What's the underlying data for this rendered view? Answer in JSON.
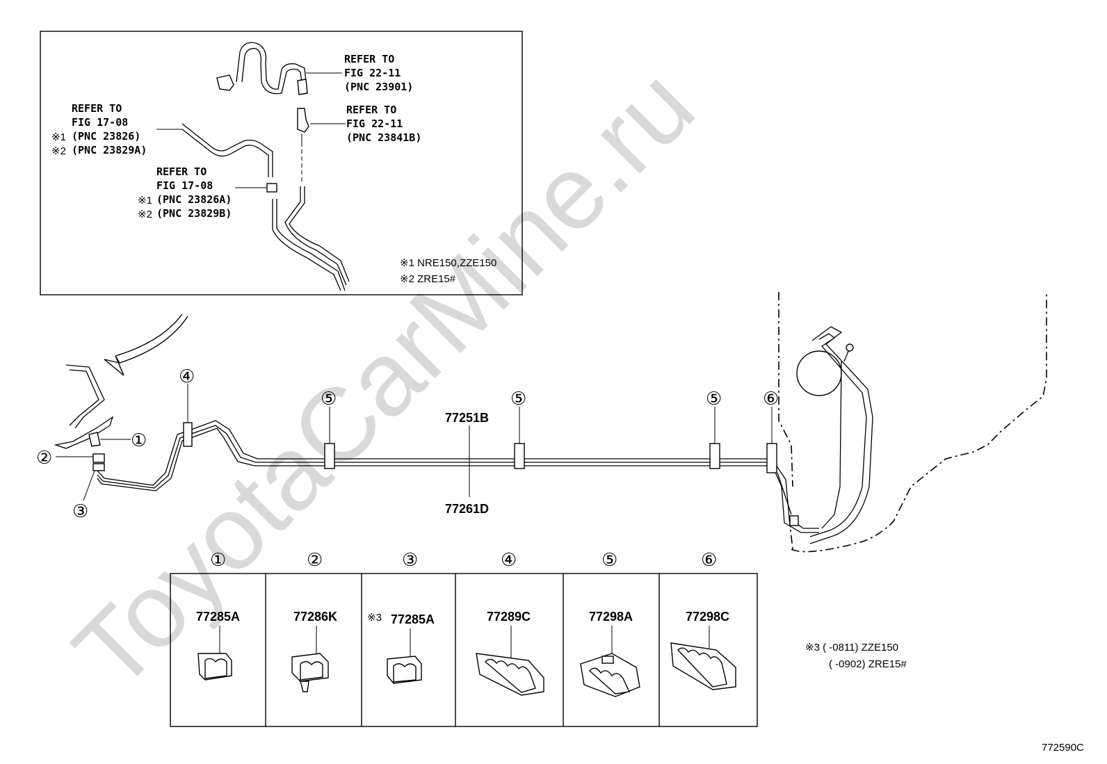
{
  "watermark": "ToyotaCarMine.ru",
  "inset": {
    "refs": [
      {
        "l1": "REFER TO",
        "l2": "FIG 22-11",
        "l3": "(PNC 23901)"
      },
      {
        "l1": "REFER TO",
        "l2": "FIG 22-11",
        "l3": "(PNC 23841B)"
      },
      {
        "l1": "REFER TO",
        "l2": "FIG 17-08",
        "m1": "※1",
        "l3": "(PNC 23826)",
        "m2": "※2",
        "l4": "(PNC 23829A)"
      },
      {
        "l1": "REFER TO",
        "l2": "FIG 17-08",
        "m1": "※1",
        "l3": "(PNC 23826A)",
        "m2": "※2",
        "l4": "(PNC 23829B)"
      }
    ],
    "notes": [
      "※1 NRE150,ZZE150",
      "※2 ZRE15#"
    ]
  },
  "main": {
    "pipe_upper": "77251B",
    "pipe_lower": "77261D",
    "callouts": [
      "①",
      "②",
      "③",
      "④",
      "⑤",
      "⑤",
      "⑤",
      "⑥"
    ]
  },
  "clamps": [
    {
      "num": "①",
      "prefix": "",
      "part": "77285A"
    },
    {
      "num": "②",
      "prefix": "",
      "part": "77286K"
    },
    {
      "num": "③",
      "prefix": "※3",
      "part": "77285A"
    },
    {
      "num": "④",
      "prefix": "",
      "part": "77289C"
    },
    {
      "num": "⑤",
      "prefix": "",
      "part": "77298A"
    },
    {
      "num": "⑥",
      "prefix": "",
      "part": "77298C"
    }
  ],
  "note3": {
    "l1": "※3 (      -0811) ZZE150",
    "l2": "(      -0902) ZRE15#"
  },
  "figure_code": "772590C"
}
